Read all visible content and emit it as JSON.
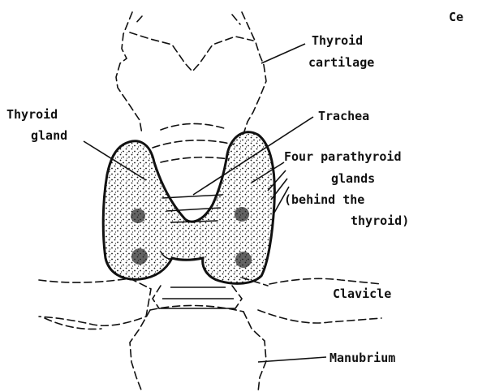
{
  "labels": {
    "corner_text": "Ce",
    "thyroid_cartilage_line1": "Thyroid",
    "thyroid_cartilage_line2": "cartilage",
    "thyroid_gland_line1": "Thyroid",
    "thyroid_gland_line2": "gland",
    "trachea": "Trachea",
    "parathyroid_line1": "Four parathyroid",
    "parathyroid_line2": "glands",
    "parathyroid_line3": "(behind the",
    "parathyroid_line4": "thyroid)",
    "clavicle": "Clavicle",
    "manubrium": "Manubrium"
  }
}
